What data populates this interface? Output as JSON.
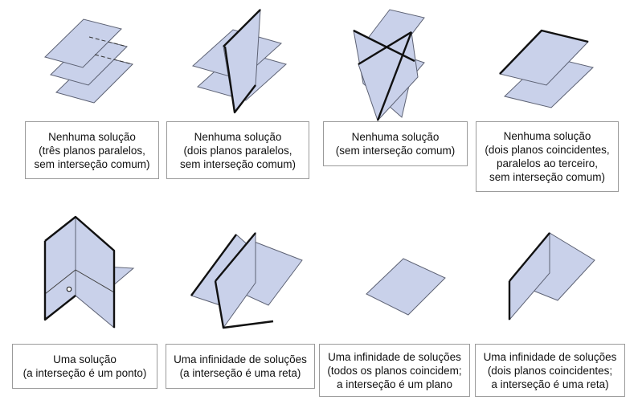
{
  "cases": [
    {
      "lines": [
        "Nenhuma solução",
        "(três planos paralelos,",
        "sem interseção comum)"
      ]
    },
    {
      "lines": [
        "Nenhuma solução",
        "(dois planos paralelos,",
        "sem interseção comum)"
      ]
    },
    {
      "lines": [
        "Nenhuma solução",
        "(sem interseção comum)"
      ]
    },
    {
      "lines": [
        "Nenhuma solução",
        "(dois planos coincidentes,",
        "paralelos ao terceiro,",
        "sem interseção comum)"
      ]
    },
    {
      "lines": [
        "Uma solução",
        "(a interseção é um ponto)"
      ]
    },
    {
      "lines": [
        "Uma infinidade de soluções",
        "(a interseção é uma reta)"
      ]
    },
    {
      "lines": [
        "Uma infinidade de soluções",
        "(todos os planos coincidem;",
        "a interseção é um plano"
      ]
    },
    {
      "lines": [
        "Uma infinidade de soluções",
        "(dois planos coincidentes;",
        "a interseção é uma reta)"
      ]
    }
  ],
  "colors": {
    "plane_fill": "#c9d1ea",
    "plane_edge": "#5d6274",
    "caption_border": "#9a9a9a"
  }
}
